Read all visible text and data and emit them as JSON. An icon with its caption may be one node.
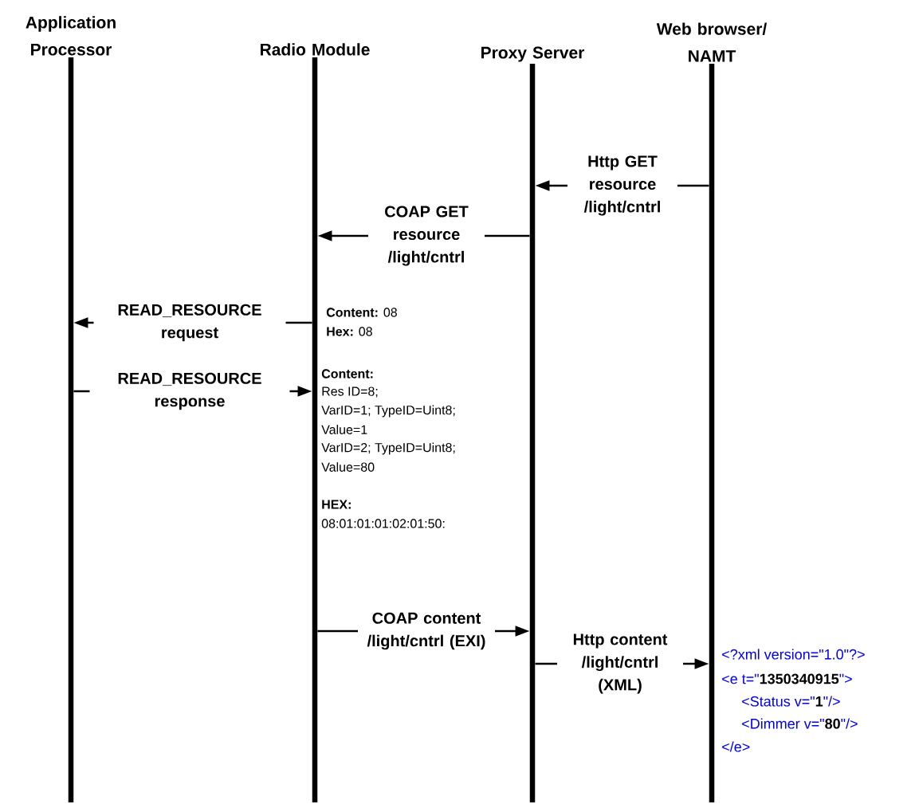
{
  "diagram": {
    "nodes": [
      {
        "text": [
          "Application Processor"
        ]
      },
      {
        "text": [
          "Radio Module"
        ]
      },
      {
        "text": [
          "Proxy Server"
        ]
      },
      {
        "text": [
          "Web browser/ NAMT"
        ]
      }
    ],
    "edges": [
      {
        "from": 3,
        "to": 2,
        "arrow": "to",
        "label": "Http GET resource /light/cntrl"
      },
      {
        "from": 2,
        "to": 1,
        "arrow": "to",
        "label": "COAP GET resource /light/cntrl"
      },
      {
        "from": 1,
        "to": 0,
        "arrow": "to",
        "label": "READ_RESOURCE request"
      },
      {
        "from": 0,
        "to": 1,
        "arrow": "to",
        "label": "READ_RESOURCE response"
      },
      {
        "from": 1,
        "to": 2,
        "arrow": "to",
        "label": "COAP content /light/cntrl (EXI)"
      },
      {
        "from": 2,
        "to": 3,
        "arrow": "to",
        "label": "Http content /light/cntrl (XML)"
      }
    ],
    "labels": [
      "**Content:** 08",
      "**Hex:** 08",
      "Content:",
      "Res ID=8;",
      "VarID=1; TypeID=Uint8;",
      "Value=1",
      "VarID=2; TypeID=Uint8;",
      "Value=80",
      "HEX:",
      "08:01:01:01:02:01:50:",
      "<?xml version=\"1.0\"?>",
      "<e t=\"**1350340915**\">",
      "<Status v=\"**1**\"/>",
      "<Dimmer v=\"**80**\"/>",
      "</e>"
    ]
  }
}
